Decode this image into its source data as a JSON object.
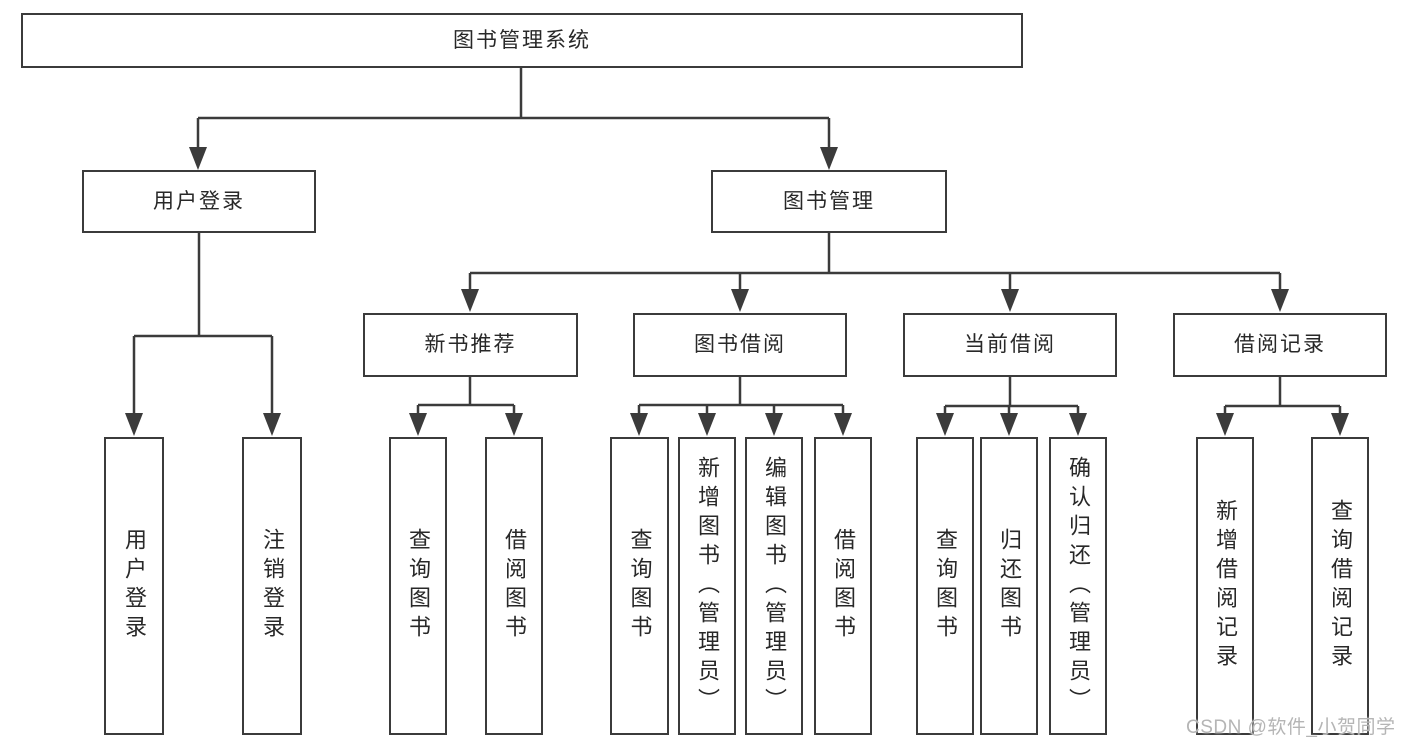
{
  "root": {
    "label": "图书管理系统"
  },
  "level2": [
    {
      "label": "用户登录"
    },
    {
      "label": "图书管理"
    }
  ],
  "level3": [
    {
      "label": "新书推荐"
    },
    {
      "label": "图书借阅"
    },
    {
      "label": "当前借阅"
    },
    {
      "label": "借阅记录"
    }
  ],
  "leaves": {
    "login": [
      "用户登录",
      "注销登录"
    ],
    "recommend": [
      "查询图书",
      "借阅图书"
    ],
    "borrow": [
      "查询图书",
      "新增图书（管理员）",
      "编辑图书（管理员）",
      "借阅图书"
    ],
    "current": [
      "查询图书",
      "归还图书",
      "确认归还（管理员）"
    ],
    "records": [
      "新增借阅记录",
      "查询借阅记录"
    ]
  },
  "watermark": {
    "text": "CSDN @软件_小贺同学"
  },
  "colors": {
    "line": "#3b3b3b",
    "text": "#282828",
    "watermark": "#b5b5b5",
    "background": "#ffffff"
  }
}
